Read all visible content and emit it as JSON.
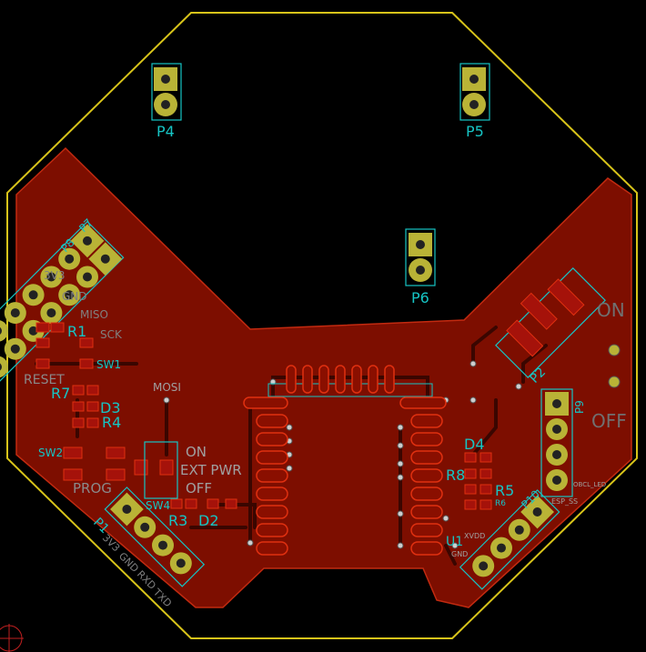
{
  "colors": {
    "background": "#000000",
    "copper": "#8a0f00",
    "copper_edge": "#c0200c",
    "outline": "#d8c41a",
    "pad": "#b9b336",
    "ref_text": "#16c4c4",
    "silk_text": "#c6c6c6",
    "fab_text": "#808080"
  },
  "refs": {
    "p4": "P4",
    "p5": "P5",
    "p6": "P6",
    "p7": "P7",
    "p8": "P8",
    "p9": "P9",
    "p10": "P10",
    "p1": "P1",
    "r1": "R1",
    "r3": "R3",
    "r4": "R4",
    "r5": "R5",
    "r6": "R6",
    "r7": "R7",
    "r8": "R8",
    "d2": "D2",
    "d3": "D3",
    "d4": "D4",
    "sw1": "SW1",
    "sw2": "SW2",
    "sw4": "SW4",
    "u1": "U1",
    "p2": "P2"
  },
  "silk": {
    "v3v3": "3V3",
    "gnd": "GND",
    "miso": "MISO",
    "sck": "SCK",
    "reset": "RESET",
    "mosi": "MOSI",
    "prog": "PROG",
    "on": "ON",
    "ext_pwr": "EXT PWR",
    "off": "OFF",
    "on_big": "ON",
    "off_big": "OFF",
    "p1_3v3": "3V3",
    "p1_gnd": "GND",
    "p1_rxd": "RXD",
    "p1_txd": "TXD",
    "obcl_led": "OBCL_LED",
    "esp_ss": "ESP_SS",
    "xvdd": "XVDD",
    "u1_gnd": "GND"
  }
}
